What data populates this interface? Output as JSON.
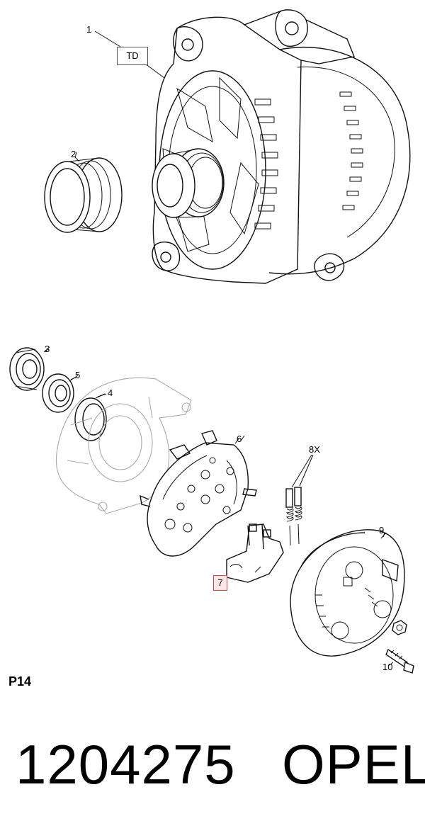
{
  "callouts": {
    "c1": "1",
    "c2": "2",
    "c3": "3",
    "c4": "4",
    "c5": "5",
    "c6": "6",
    "c7": "7",
    "c8": "8X",
    "c9": "9",
    "c10": "10"
  },
  "labels": {
    "td": "TD"
  },
  "page_code": "P14",
  "part_number": "1204275",
  "brand": "OPEL",
  "highlight_color": "#fde6e6"
}
